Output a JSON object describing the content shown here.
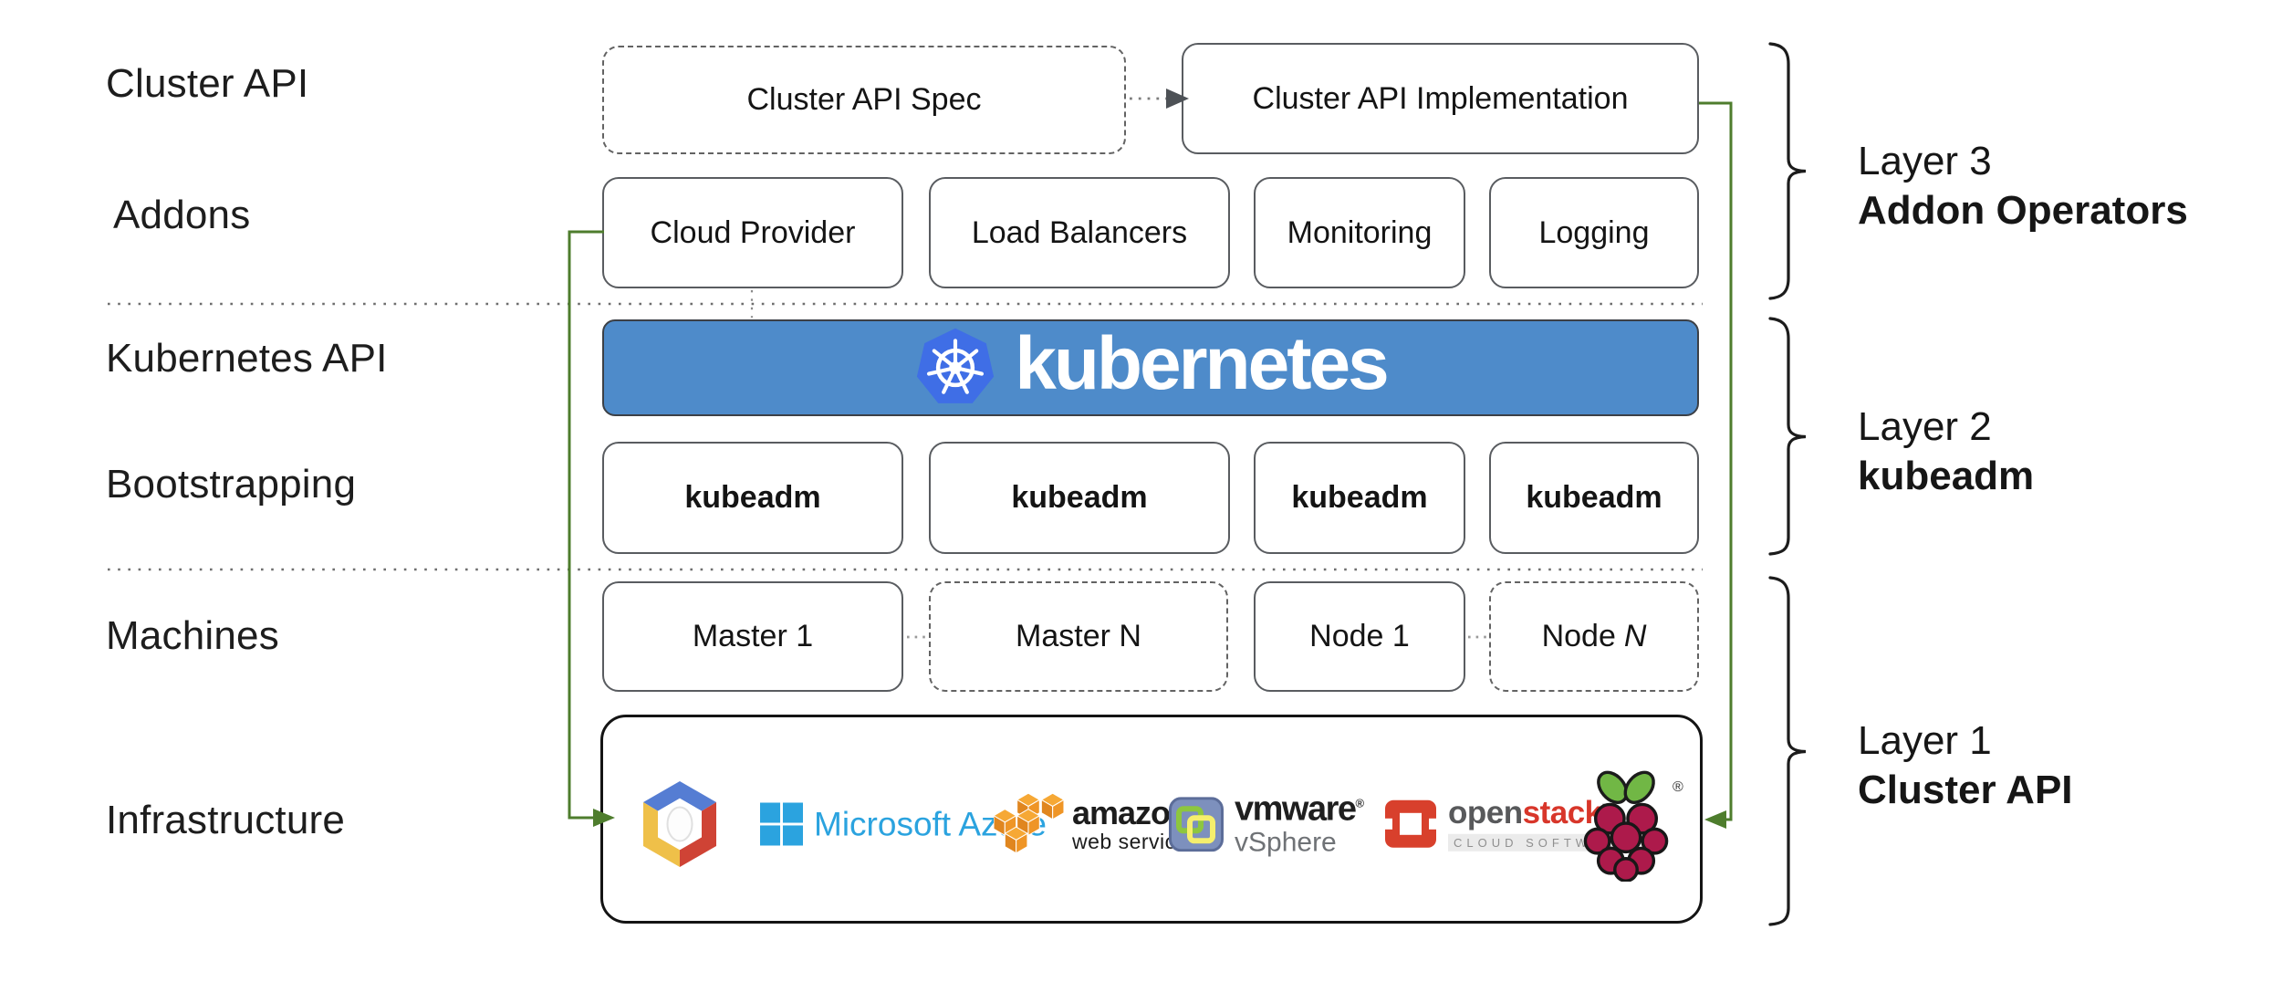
{
  "row_labels": {
    "cluster_api": "Cluster API",
    "addons": "Addons",
    "kubernetes_api": "Kubernetes API",
    "bootstrapping": "Bootstrapping",
    "machines": "Machines",
    "infrastructure": "Infrastructure"
  },
  "cluster_api_row": {
    "spec": "Cluster API Spec",
    "implementation": "Cluster API Implementation"
  },
  "addons_row": {
    "items": [
      "Cloud Provider",
      "Load Balancers",
      "Monitoring",
      "Logging"
    ]
  },
  "kubernetes_banner": {
    "brand": "kubernetes"
  },
  "bootstrapping_row": {
    "items": [
      "kubeadm",
      "kubeadm",
      "kubeadm",
      "kubeadm"
    ]
  },
  "machines_row": {
    "master1": "Master 1",
    "masterN": "Master N",
    "node1": "Node 1",
    "nodeN_prefix": "Node",
    "nodeN_suffix": "N"
  },
  "infrastructure_row": {
    "providers": [
      "Google Cloud Platform",
      "Microsoft Azure",
      "Amazon Web Services",
      "VMware vSphere",
      "OpenStack",
      "Raspberry Pi"
    ],
    "azure_label": "Microsoft Azure",
    "aws_label_line1": "amazon",
    "aws_label_line2": "web services",
    "vmware_label_line1": "vmware",
    "vmware_reg": "®",
    "vmware_label_line2": "vSphere",
    "openstack_label_part1": "open",
    "openstack_label_part2": "stack",
    "openstack_tm": "™",
    "openstack_sub": "CLOUD SOFTWARE",
    "raspberry_reg": "®"
  },
  "layer_annotations": [
    {
      "line1": "Layer 3",
      "line2": "Addon Operators"
    },
    {
      "line1": "Layer 2",
      "line2": "kubeadm"
    },
    {
      "line1": "Layer 1",
      "line2": "Cluster API"
    }
  ],
  "colors": {
    "banner_blue": "#4e8bca",
    "k8s_logo_blue": "#3f6ee6",
    "connector_green": "#4e7d2d",
    "box_border_gray": "#595c60",
    "azure_blue": "#2ba3df",
    "aws_orange": "#ef9526",
    "vmware_slate": "#7d90bd",
    "openstack_red": "#d8402c",
    "raspberry_magenta": "#ad1a4b",
    "leaf_green": "#71b745",
    "gcp_blue": "#557dd3",
    "gcp_red": "#cf4335",
    "gcp_yellow": "#efc049"
  }
}
